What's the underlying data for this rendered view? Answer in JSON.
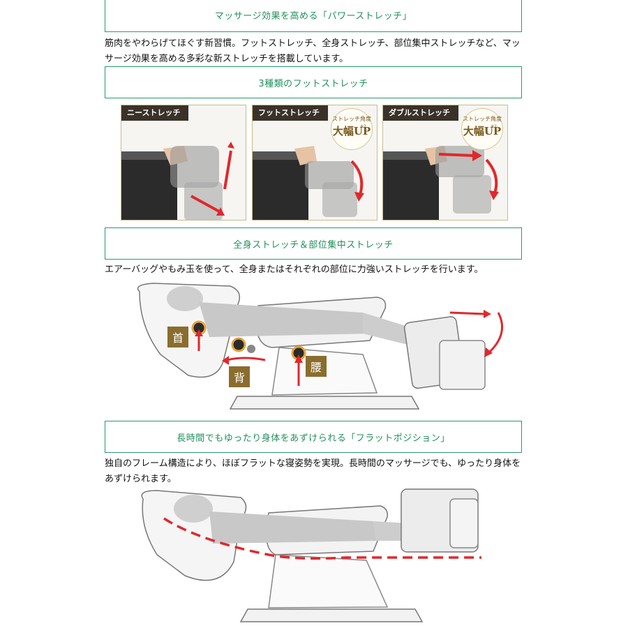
{
  "sections": {
    "power_stretch": {
      "heading": "マッサージ効果を高める「パワーストレッチ」",
      "desc_line1": "筋肉をやわらげてほぐす新習慣。フットストレッチ、全身ストレッチ、部位集中ストレッチなど、マッ",
      "desc_line2": "サージ効果を高める多彩な新ストレッチを搭載しています。"
    },
    "foot_stretch": {
      "heading": "3種類のフットストレッチ",
      "panels": [
        {
          "label": "ニーストレッチ"
        },
        {
          "label": "フットストレッチ",
          "seal_line1": "ストレッチ角度",
          "seal_line2": "大幅UP",
          "seal_note": "※2"
        },
        {
          "label": "ダブルストレッチ",
          "seal_line1": "ストレッチ角度",
          "seal_line2": "大幅UP",
          "seal_note": "※2"
        }
      ]
    },
    "full_body": {
      "heading": "全身ストレッチ＆部位集中ストレッチ",
      "desc": "エアーバッグやもみ玉を使って、全身またはそれぞれの部位に力強いストレッチを行います。",
      "badges": {
        "neck": "首",
        "back": "背",
        "waist": "腰"
      }
    },
    "flat_position": {
      "heading": "長時間でもゆったり身体をあずけられる「フラットポジション」",
      "desc_line1": "独自のフレーム構造により、ほぼフラットな寝姿勢を実現。長時間のマッサージでも、ゆったり身体を",
      "desc_line2": "あずけられます。"
    }
  },
  "colors": {
    "heading_border": "#2a9a6e",
    "heading_text": "#1f8f5c",
    "accent_red": "#e0282c",
    "badge_gold": "#8a6d2e"
  }
}
